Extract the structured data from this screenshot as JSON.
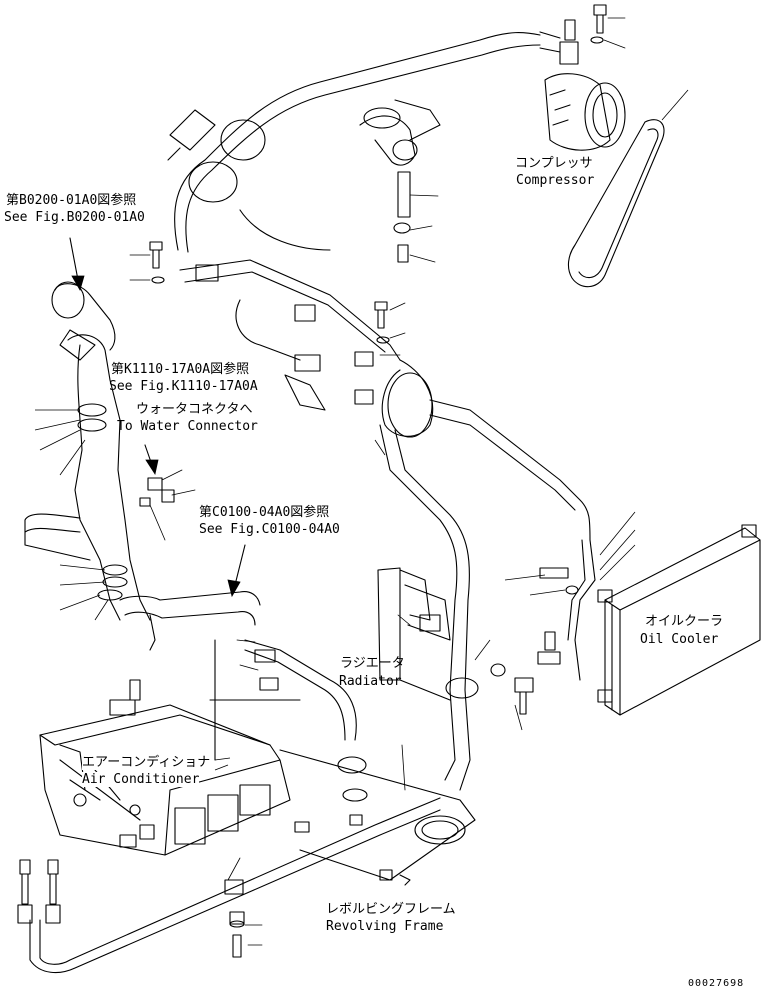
{
  "labels": {
    "compressor_jp": "コンプレッサ",
    "compressor_en": "Compressor",
    "ref_b0200_jp": "第B0200-01A0図参照",
    "ref_b0200_en": "See Fig.B0200-01A0",
    "ref_k1110_jp": "第K1110-17A0A図参照",
    "ref_k1110_en": "See Fig.K1110-17A0A",
    "water_conn_jp": "ウォータコネクタへ",
    "water_conn_en": "To Water Connector",
    "ref_c0100_jp": "第C0100-04A0図参照",
    "ref_c0100_en": "See Fig.C0100-04A0",
    "oil_cooler_jp": "オイルクーラ",
    "oil_cooler_en": "Oil Cooler",
    "radiator_jp": "ラジエータ",
    "radiator_en": "Radiator",
    "aircon_jp": "エアーコンディショナ",
    "aircon_en": "Air Conditioner",
    "frame_jp": "レボルビングフレーム",
    "frame_en": "Revolving Frame",
    "drawing_no": "00027698"
  }
}
